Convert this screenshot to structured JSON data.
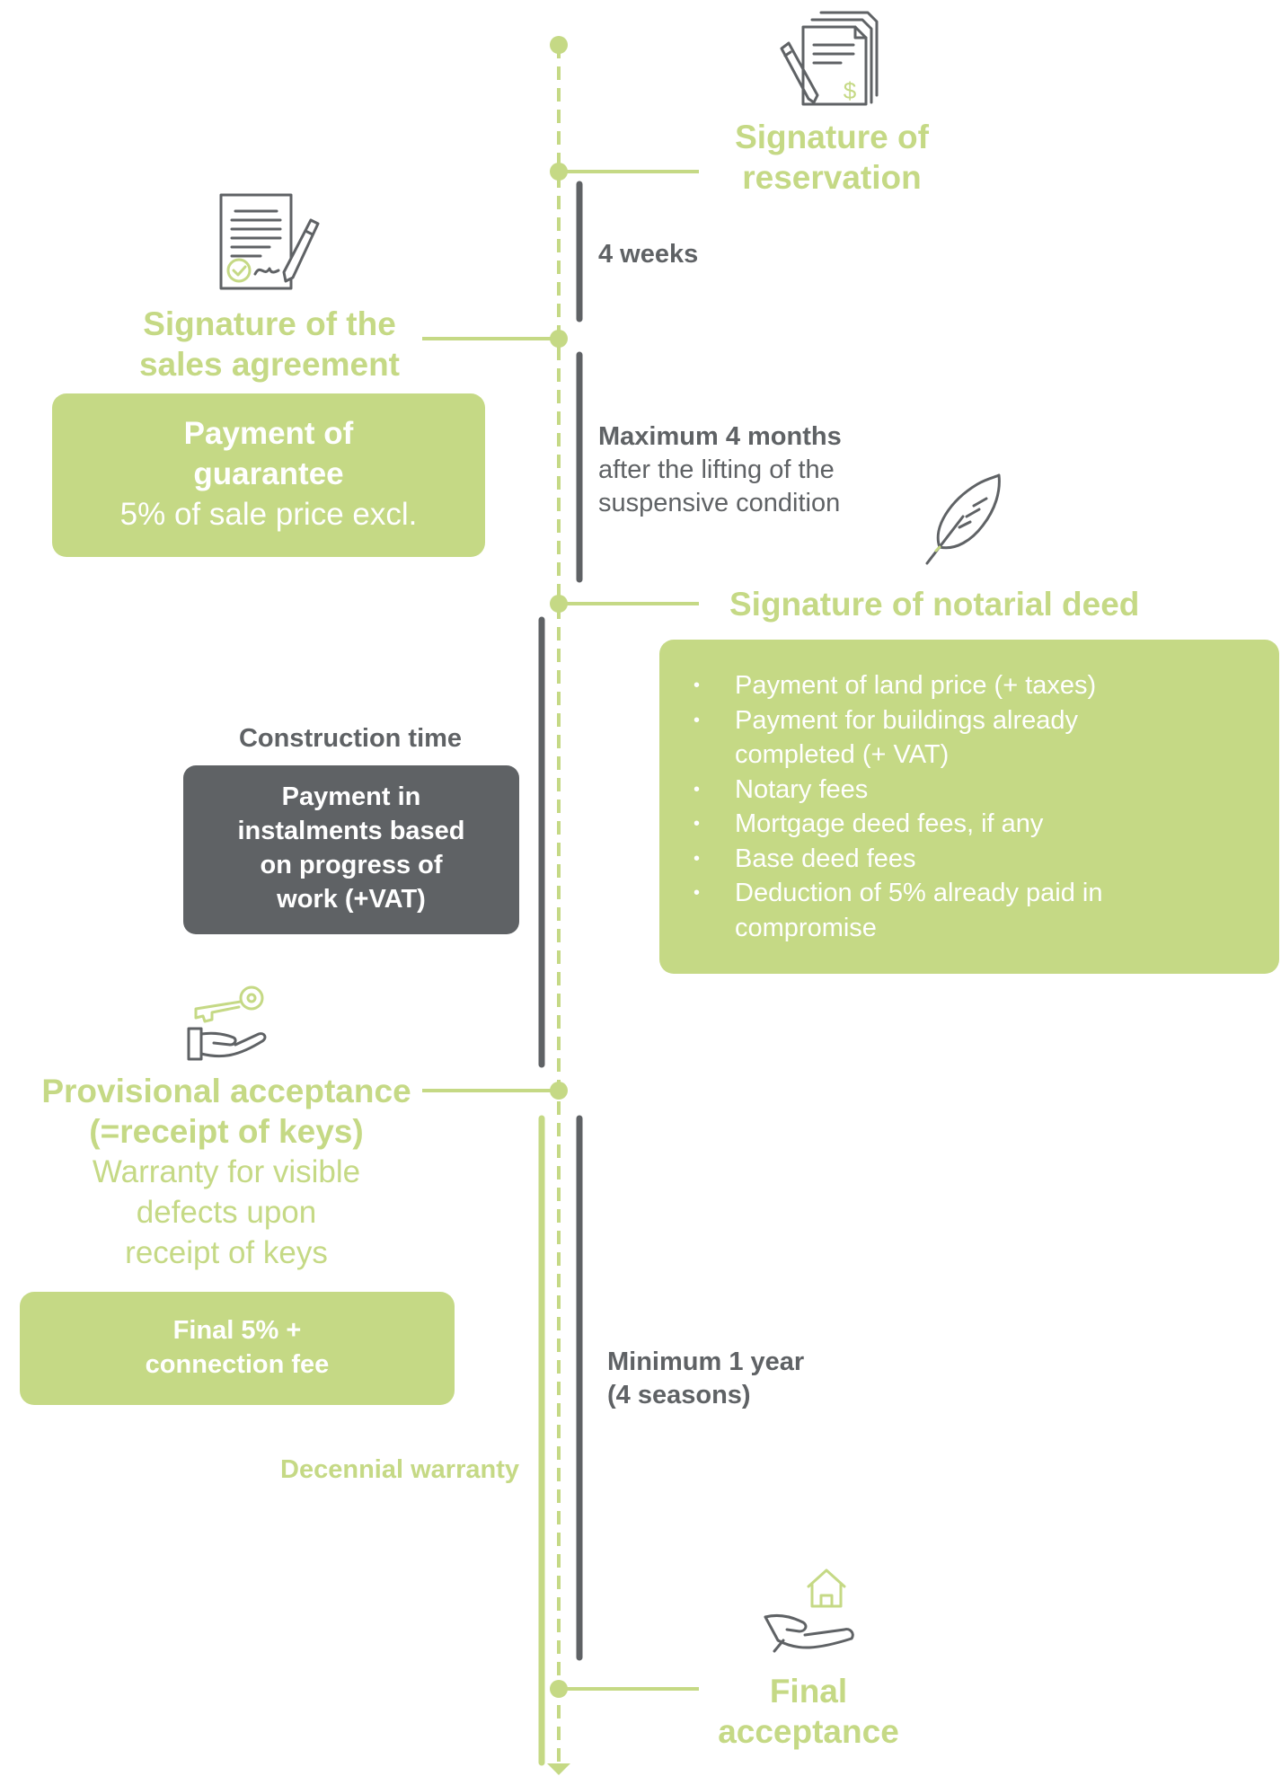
{
  "colors": {
    "green": "#c5d985",
    "gray": "#5f6265",
    "white": "#ffffff"
  },
  "milestones": {
    "reservation": {
      "title_lines": [
        "Signature of",
        "reservation"
      ],
      "icon": "documents-signing-icon"
    },
    "sales_agreement": {
      "title_lines": [
        "Signature of the",
        "sales agreement"
      ],
      "icon": "contract-signed-icon"
    },
    "notarial_deed": {
      "title": "Signature of notarial deed",
      "icon": "feather-quill-icon"
    },
    "provisional_acceptance": {
      "title_lines": [
        "Provisional acceptance",
        "(=receipt of keys)"
      ],
      "warranty_lines": [
        "Warranty for visible",
        "defects upon",
        "receipt of keys"
      ],
      "icon": "hand-with-key-icon"
    },
    "final_acceptance": {
      "title_lines": [
        "Final",
        "acceptance"
      ],
      "icon": "hand-with-house-icon"
    }
  },
  "durations": {
    "reservation_to_agreement": "4 weeks",
    "agreement_to_deed": {
      "bold": "Maximum 4 months",
      "lines": [
        "after the lifting of the",
        "suspensive condition"
      ]
    },
    "construction": "Construction time",
    "warranty_period": [
      "Minimum 1 year",
      "(4 seasons)"
    ],
    "decennial": "Decennial warranty"
  },
  "boxes": {
    "guarantee": {
      "title_lines": [
        "Payment of",
        "guarantee"
      ],
      "subtitle": "5% of sale price excl."
    },
    "deed_payments": [
      [
        "Payment of land price (+ taxes)"
      ],
      [
        "Payment for buildings already",
        "completed (+ VAT)"
      ],
      [
        "Notary fees"
      ],
      [
        "Mortgage deed fees, if any"
      ],
      [
        "Base deed fees"
      ],
      [
        "Deduction of 5% already paid in",
        "compromise"
      ]
    ],
    "instalments": [
      "Payment in",
      "instalments based",
      "on progress of",
      "work (+VAT)"
    ],
    "final_payment": [
      "Final 5% +",
      "connection fee"
    ]
  }
}
